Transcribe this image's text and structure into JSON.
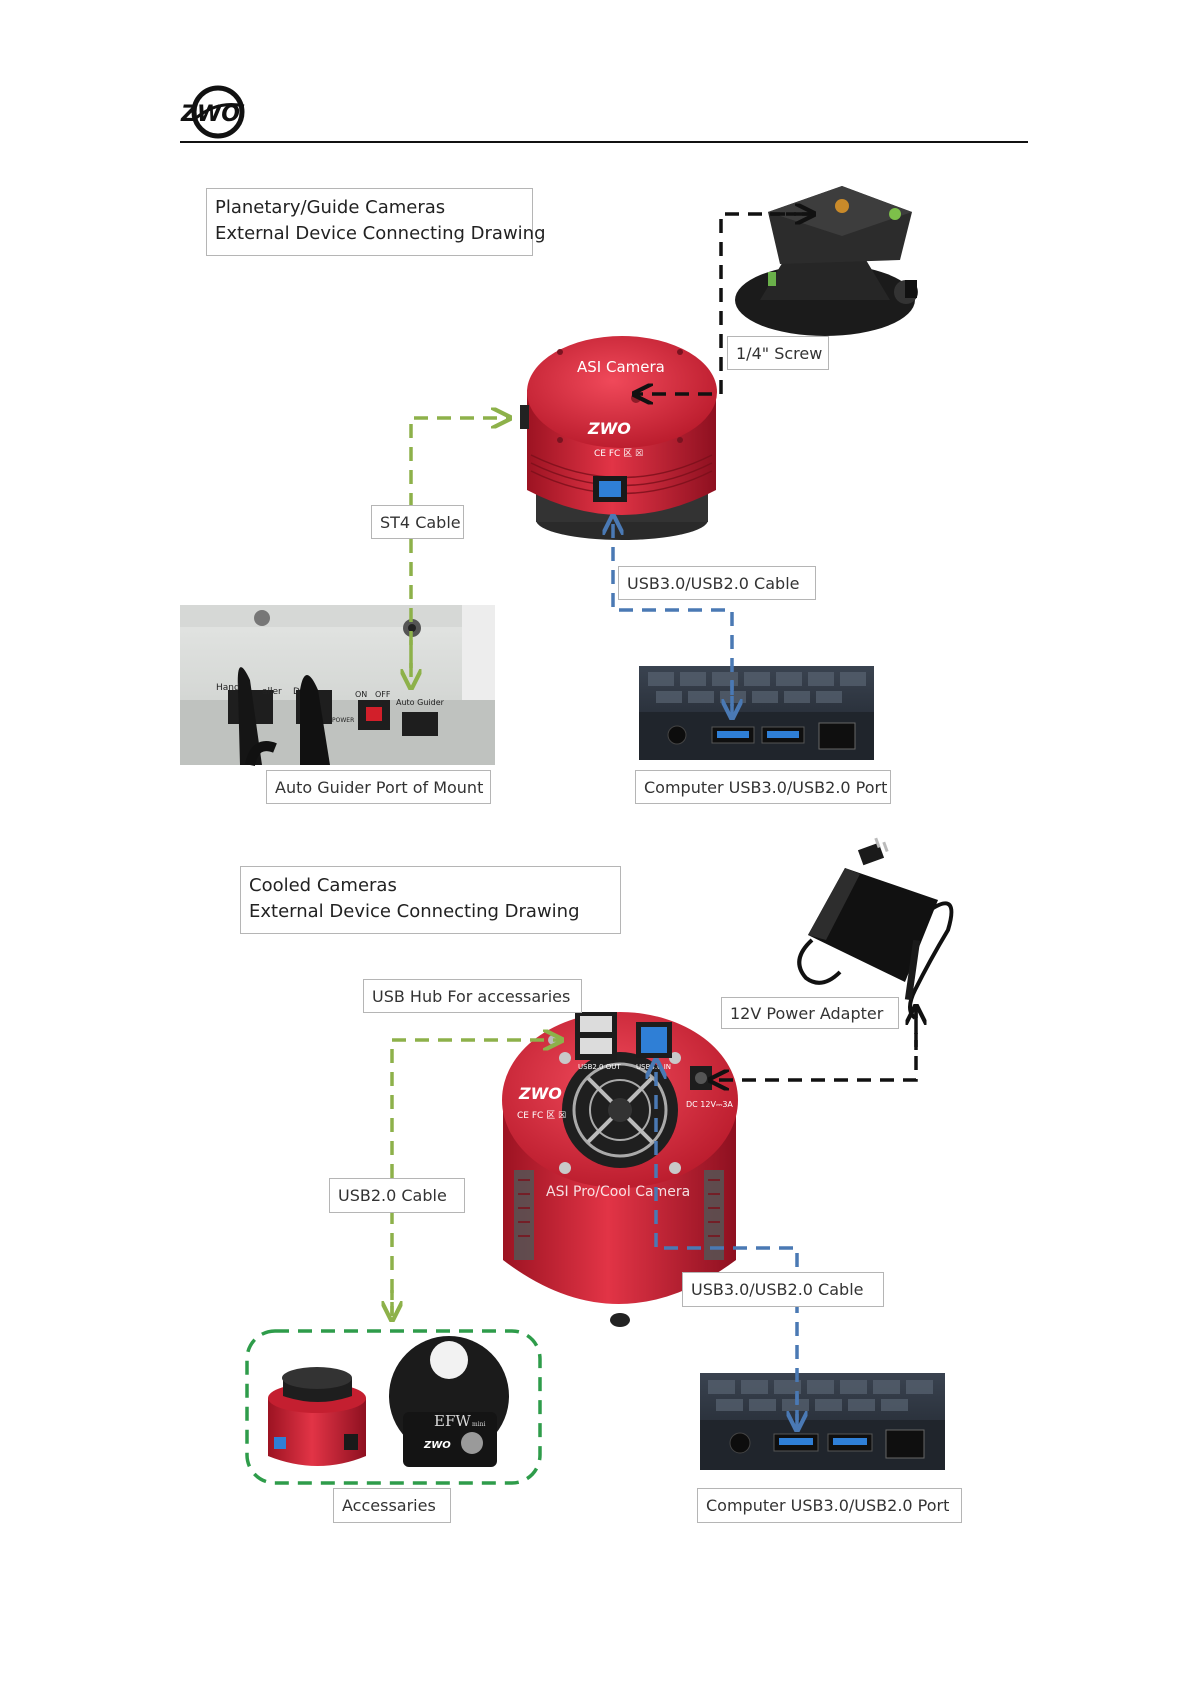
{
  "header": {
    "logo_text": "ZWO"
  },
  "section_planetary": {
    "title_line1": "Planetary/Guide Cameras",
    "title_line2": "External Device Connecting Drawing",
    "camera_label": "ASI Camera",
    "camera_brand": "ZWO",
    "camera_cert": "CE FC 区 ☒",
    "labels": {
      "screw": "1/4\" Screw",
      "st4": "ST4 Cable",
      "usb": "USB3.0/USB2.0 Cable",
      "mount_port": "Auto Guider Port of Mount",
      "computer_port": "Computer USB3.0/USB2.0 Port"
    },
    "mount_panel_text": {
      "hand": "Hand",
      "controller": "aller",
      "d": "D",
      "power": "POWER",
      "on": "ON",
      "off": "OFF",
      "auto_guider": "Auto Guider"
    }
  },
  "section_cooled": {
    "title_line1": "Cooled Cameras",
    "title_line2": "External Device Connecting Drawing",
    "camera_label": "ASI Pro/Cool Camera",
    "camera_brand": "ZWO",
    "camera_cert": "CE FC 区 ☒",
    "port_text": {
      "usb2_out": "USB2.0 OUT",
      "usb3_in": "USB3.0 IN",
      "dc": "DC 12V⎓3A"
    },
    "efw_text": "EFW",
    "efw_sub": "mini",
    "efw_brand": "ZWO",
    "labels": {
      "usb_hub": "USB Hub For accessaries",
      "power_adapter": "12V Power Adapter",
      "usb2_cable": "USB2.0 Cable",
      "usb_cable": "USB3.0/USB2.0 Cable",
      "accessaries": "Accessaries",
      "computer_port": "Computer USB3.0/USB2.0 Port"
    }
  },
  "colors": {
    "camera_red": "#d8273a",
    "green_line": "#8db14a",
    "blue_line": "#4a79b4",
    "black_line": "#111111",
    "accessory_box": "#2e9c4a",
    "usb3_blue": "#2f7fd6"
  }
}
